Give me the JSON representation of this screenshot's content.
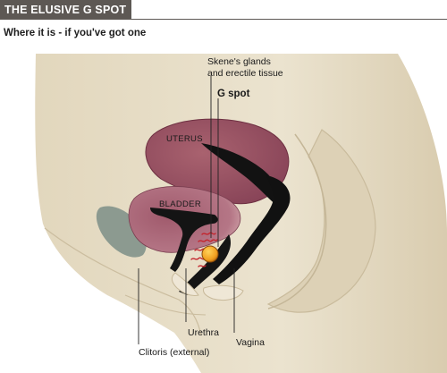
{
  "header": {
    "title": "THE ELUSIVE G SPOT",
    "subtitle": "Where it is - if you've got one"
  },
  "labels": {
    "skenes_line1": "Skene's glands",
    "skenes_line2": "and erectile tissue",
    "g_spot": "G spot",
    "uterus": "UTERUS",
    "bladder": "BLADDER",
    "urethra": "Urethra",
    "clitoris": "Clitoris (external)",
    "vagina": "Vagina"
  },
  "colors": {
    "body_fill": "#e9e0cb",
    "body_shadow": "#d3c6a8",
    "organ_fill": "#9c5668",
    "organ_light": "#c98e99",
    "dark_tissue": "#111111",
    "kidney_green": "#8c9a90",
    "g_spot_fill": "#f2a31e",
    "gland_red": "#c4242c",
    "title_bg": "#5d5854"
  }
}
